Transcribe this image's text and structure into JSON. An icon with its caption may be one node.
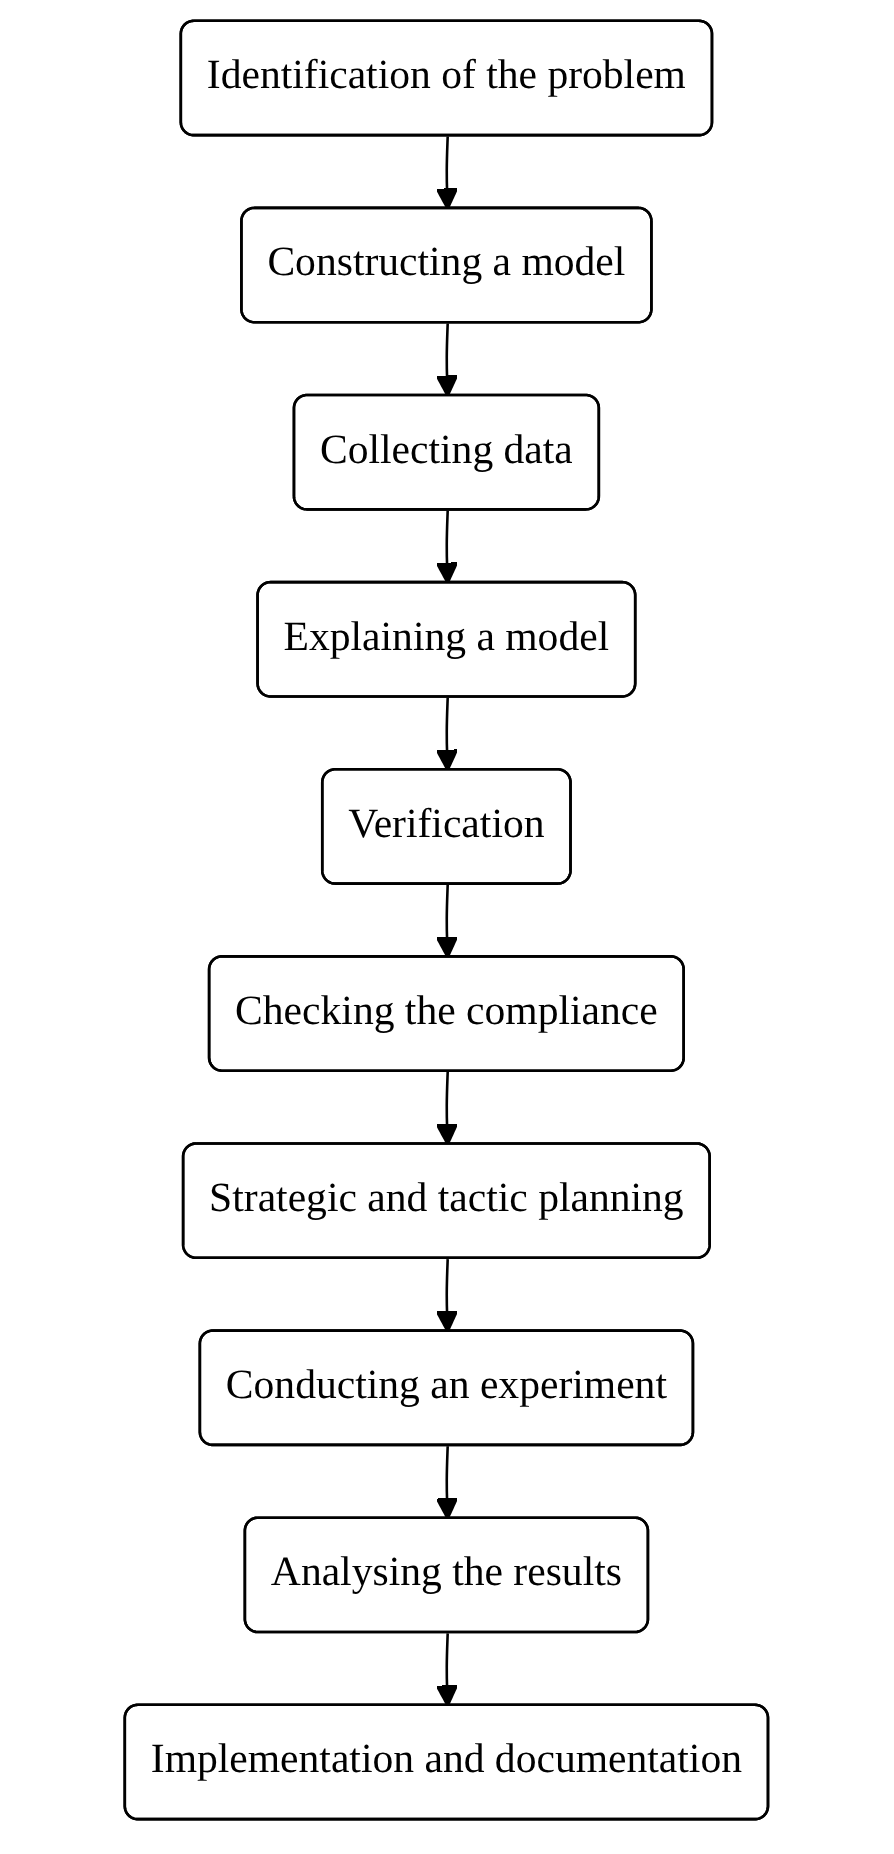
{
  "diagram": {
    "nodes": [
      {
        "text": [
          "Identification of the problem"
        ]
      },
      {
        "text": [
          "Constructing a model"
        ]
      },
      {
        "text": [
          "Collecting data"
        ]
      },
      {
        "text": [
          "Explaining a model"
        ]
      },
      {
        "text": [
          "Verification"
        ]
      },
      {
        "text": [
          "Checking the compliance"
        ]
      },
      {
        "text": [
          "Strategic and tactic planning"
        ]
      },
      {
        "text": [
          "Conducting an experiment"
        ]
      },
      {
        "text": [
          "Analysing the results"
        ]
      },
      {
        "text": [
          "Implementation and documentation"
        ]
      }
    ],
    "edges": [
      {
        "from": 0,
        "to": 1,
        "arrow": "to"
      },
      {
        "from": 1,
        "to": 2,
        "arrow": "to"
      },
      {
        "from": 2,
        "to": 3,
        "arrow": "to"
      },
      {
        "from": 3,
        "to": 4,
        "arrow": "to"
      },
      {
        "from": 4,
        "to": 5,
        "arrow": "to"
      },
      {
        "from": 5,
        "to": 6,
        "arrow": "to"
      },
      {
        "from": 6,
        "to": 7,
        "arrow": "to"
      },
      {
        "from": 7,
        "to": 8,
        "arrow": "to"
      },
      {
        "from": 8,
        "to": 9,
        "arrow": "to"
      }
    ]
  }
}
